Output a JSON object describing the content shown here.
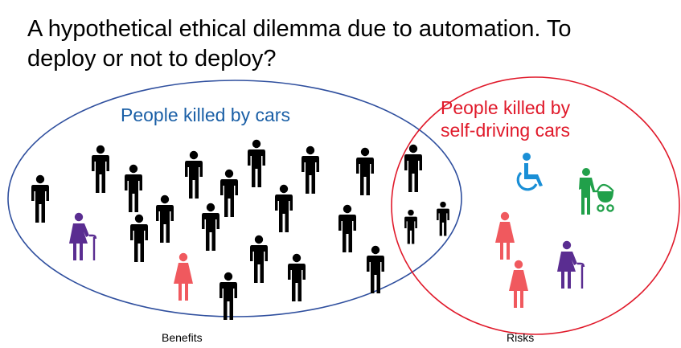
{
  "title": {
    "line1": "A hypothetical ethical dilemma due to automation. To",
    "line2": "deploy or not to deploy?"
  },
  "sets": {
    "cars": {
      "label": "People killed by cars",
      "color": "#2f4f9e"
    },
    "self_driving": {
      "label_line1": "People killed by",
      "label_line2": "self-driving cars",
      "color": "#e0192a"
    }
  },
  "footer": {
    "benefits": "Benefits",
    "risks": "Risks"
  },
  "icon_colors": {
    "man": "#000000",
    "woman": "#f0595e",
    "elderly": "#5a2d91",
    "wheelchair": "#1a8fd6",
    "parent_stroller": "#21a04a"
  },
  "icons": [
    "man-icon",
    "man-icon",
    "man-icon",
    "man-icon",
    "man-icon",
    "man-icon",
    "man-icon",
    "man-icon",
    "man-icon",
    "man-icon",
    "man-icon",
    "man-icon",
    "man-icon",
    "man-icon",
    "man-icon",
    "man-icon",
    "man-icon",
    "man-icon",
    "man-icon",
    "man-icon",
    "man-icon",
    "man-icon",
    "man-icon",
    "elderly-icon",
    "woman-icon",
    "man-icon",
    "man-icon",
    "man-icon",
    "wheelchair-icon",
    "parent-stroller-icon",
    "woman-icon",
    "woman-icon",
    "elderly-icon"
  ]
}
